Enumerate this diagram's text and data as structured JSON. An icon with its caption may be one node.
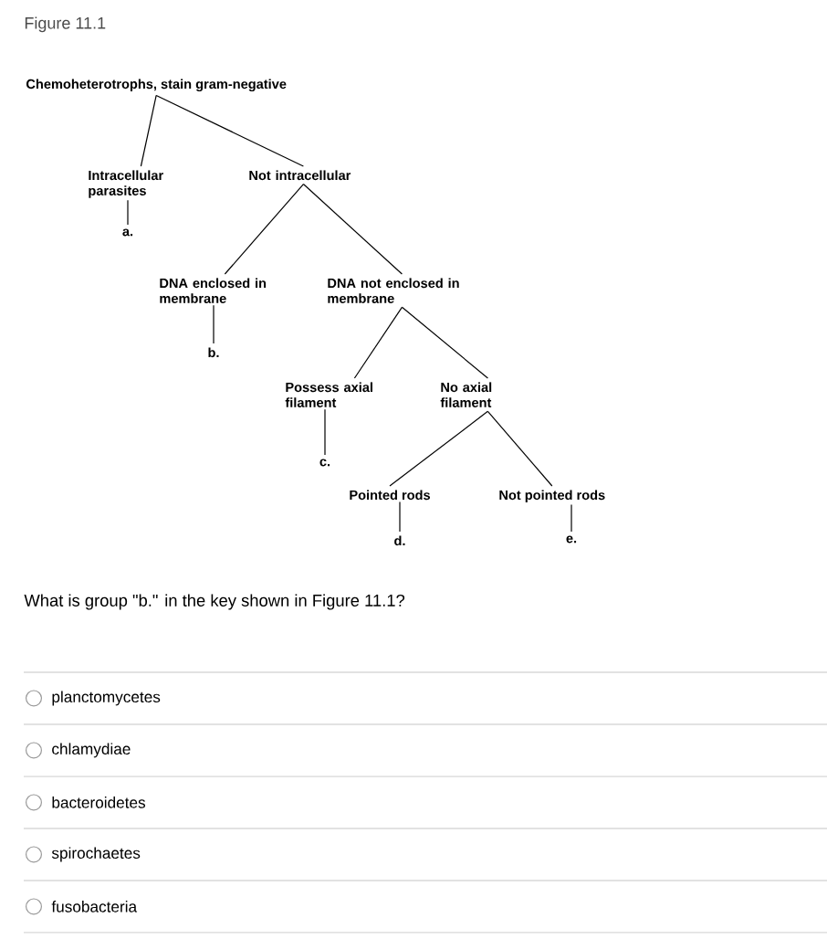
{
  "diagram": {
    "title": "Figure 11.1",
    "nodes": [
      {
        "text": [
          "Chemoheterotrophs, stain gram-negative"
        ]
      },
      {
        "text": [
          "Intracellular parasites"
        ]
      },
      {
        "text": [
          "Not intracellular"
        ]
      },
      {
        "text": [
          "a."
        ]
      },
      {
        "text": [
          "DNA enclosed in membrane"
        ]
      },
      {
        "text": [
          "DNA not enclosed in membrane"
        ]
      },
      {
        "text": [
          "b."
        ]
      },
      {
        "text": [
          "Possess axial filament"
        ]
      },
      {
        "text": [
          "No axial filament"
        ]
      },
      {
        "text": [
          "c."
        ]
      },
      {
        "text": [
          "Pointed rods"
        ]
      },
      {
        "text": [
          "Not pointed rods"
        ]
      },
      {
        "text": [
          "d."
        ]
      },
      {
        "text": [
          "e."
        ]
      }
    ],
    "edges": [
      {
        "from": 0,
        "to": 1,
        "arrow": "none"
      },
      {
        "from": 0,
        "to": 2,
        "arrow": "none"
      },
      {
        "from": 1,
        "to": 3,
        "arrow": "none"
      },
      {
        "from": 2,
        "to": 4,
        "arrow": "none"
      },
      {
        "from": 2,
        "to": 5,
        "arrow": "none"
      },
      {
        "from": 4,
        "to": 6,
        "arrow": "none"
      },
      {
        "from": 5,
        "to": 7,
        "arrow": "none"
      },
      {
        "from": 5,
        "to": 8,
        "arrow": "none"
      },
      {
        "from": 7,
        "to": 9,
        "arrow": "none"
      },
      {
        "from": 8,
        "to": 10,
        "arrow": "none"
      },
      {
        "from": 8,
        "to": 11,
        "arrow": "none"
      },
      {
        "from": 10,
        "to": 12,
        "arrow": "none"
      },
      {
        "from": 11,
        "to": 13,
        "arrow": "none"
      }
    ],
    "labels": [
      "What is group \"b.\" in the key shown in Figure 11.1?",
      "planctomycetes",
      "chlamydiae",
      "bacteroidetes",
      "spirochaetes",
      "fusobacteria"
    ]
  }
}
